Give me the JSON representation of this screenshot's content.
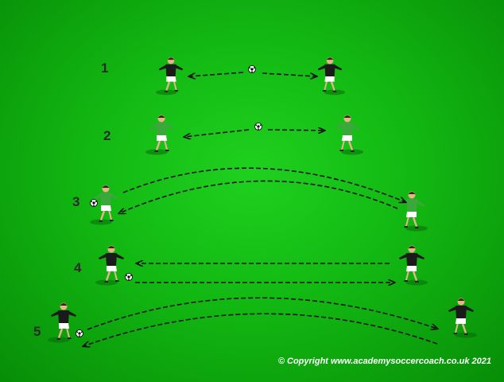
{
  "drills": [
    {
      "number": "1",
      "kit": "black"
    },
    {
      "number": "2",
      "kit": "green"
    },
    {
      "number": "3",
      "kit": "green"
    },
    {
      "number": "4",
      "kit": "black"
    },
    {
      "number": "5",
      "kit": "black"
    }
  ],
  "colors": {
    "pitch": "#12b812",
    "green_kit": "#3aa83a",
    "black_kit": "#1a1a1a",
    "skin": "#e8b48a",
    "arrow": "#111111"
  },
  "icons": [
    "player-icon",
    "ball-icon",
    "pass-arrow-icon"
  ],
  "copyright": "© Copyright www.academysoccercoach.co.uk 2021"
}
